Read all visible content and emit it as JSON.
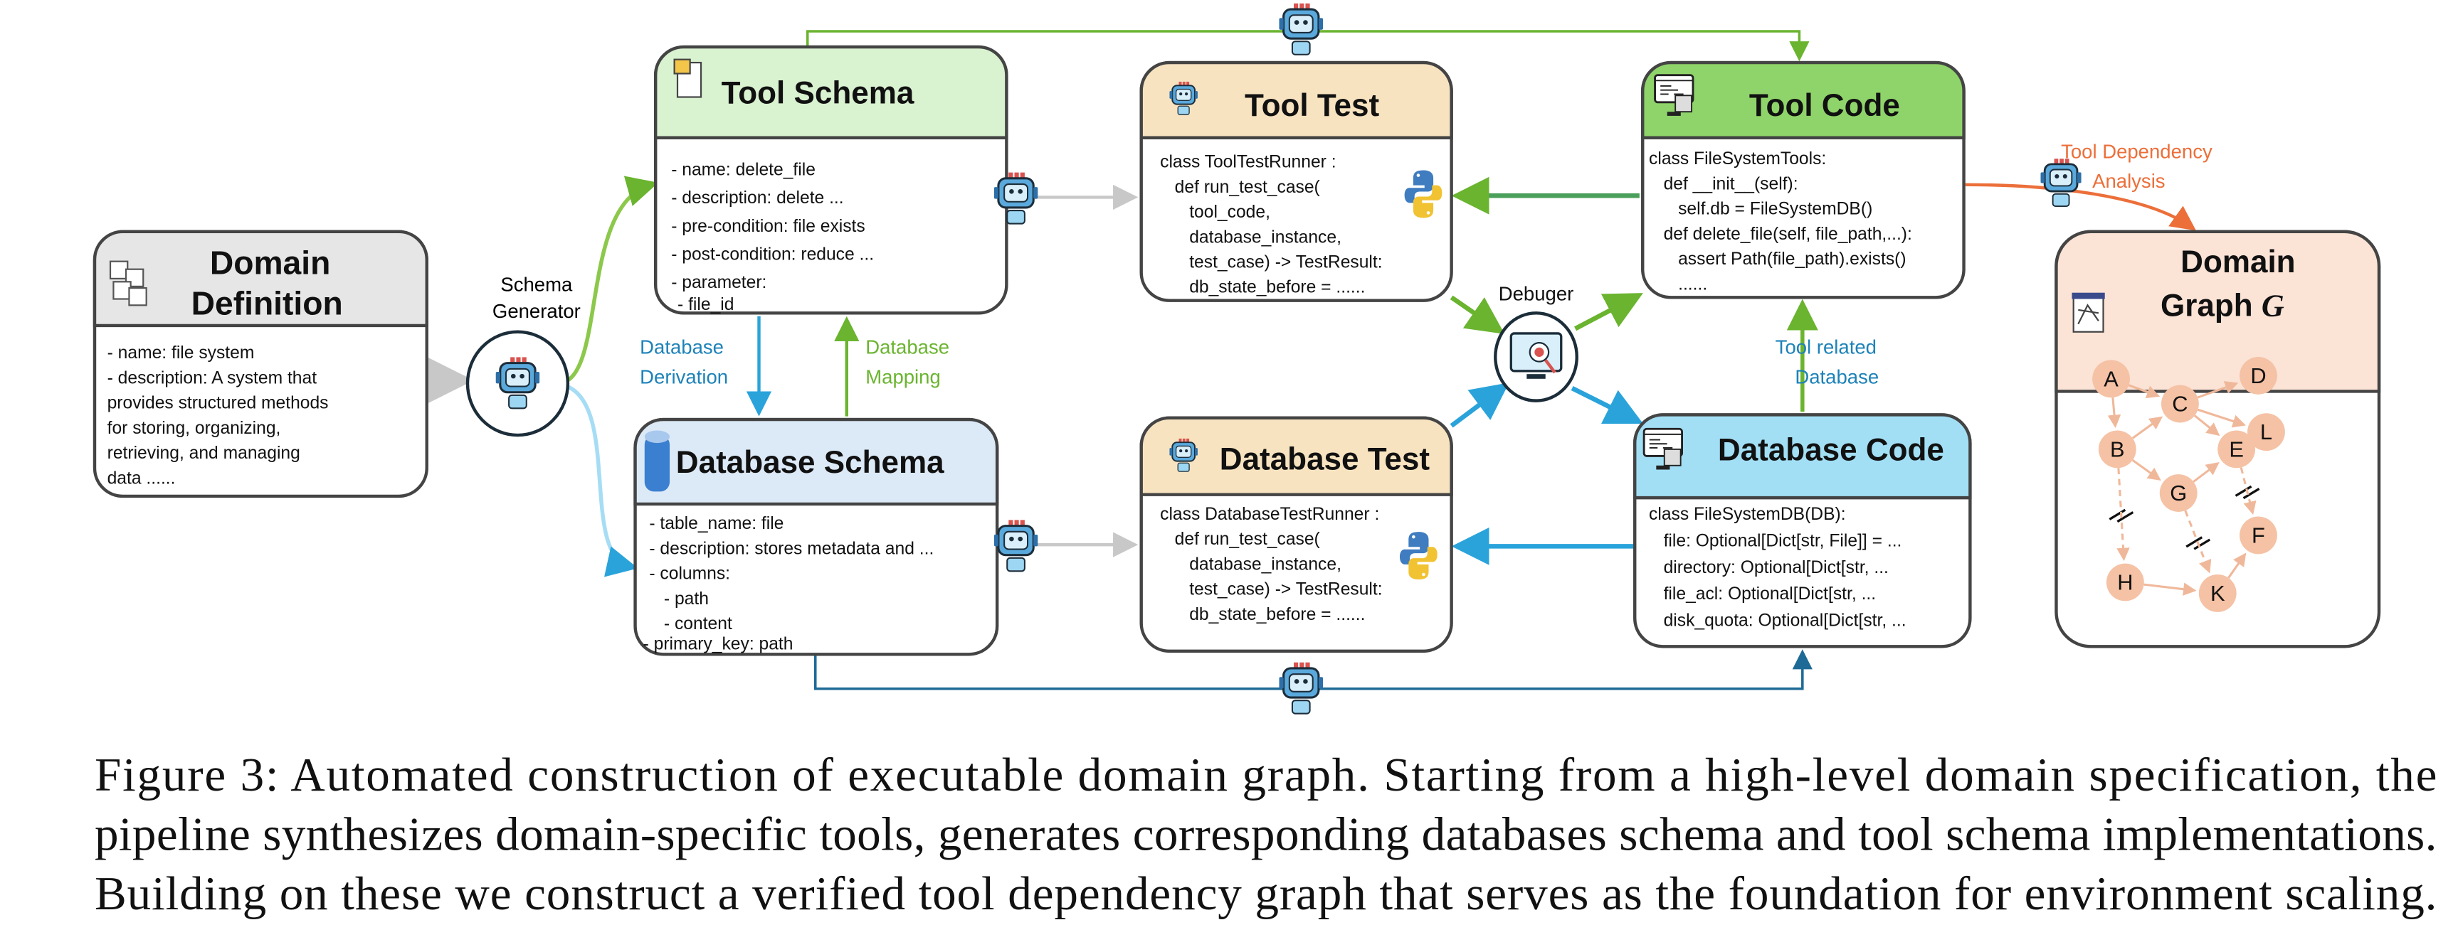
{
  "colors": {
    "green": "#6ab42f",
    "blue": "#2aa3db",
    "darkblue": "#1d6a96",
    "gray": "#c8c8c8",
    "orange": "#ec6f3a",
    "node": "#f5c2a5"
  },
  "domain_definition": {
    "title_1": "Domain",
    "title_2": "Definition",
    "icon": "word-tiles-icon",
    "lines": [
      "- name: file system",
      "- description:  A system that",
      "provides structured methods",
      "for storing, organizing,",
      "retrieving, and managing",
      "data ......"
    ]
  },
  "schema_generator": {
    "label_1": "Schema",
    "label_2": "Generator",
    "icon": "robot-icon"
  },
  "tool_schema": {
    "title": "Tool Schema",
    "icon": "document-icon",
    "lines": [
      "- name: delete_file",
      "- description: delete ...",
      "- pre-condition: file exists",
      "- post-condition: reduce ...",
      "- parameter:",
      "  - file_id"
    ]
  },
  "database_schema": {
    "title": "Database Schema",
    "icon": "database-icon",
    "lines": [
      "- table_name: file",
      "- description: stores metadata and ...",
      "- columns:",
      "   - path",
      "   - content",
      "- primary_key: path"
    ]
  },
  "labels": {
    "database_derivation_1": "Database",
    "database_derivation_2": "Derivation",
    "database_mapping_1": "Database",
    "database_mapping_2": "Mapping",
    "debugger": "Debuger",
    "tool_related_1": "Tool related",
    "tool_related_2": "Database",
    "tool_dependency_1": "Tool Dependency",
    "tool_dependency_2": "Analysis"
  },
  "tool_test": {
    "title": "Tool Test",
    "icon": "robot-code-icon",
    "lines": [
      "class ToolTestRunner :",
      "   def run_test_case(",
      "      tool_code,",
      "      database_instance,",
      "      test_case) -> TestResult:",
      "      db_state_before = ......"
    ]
  },
  "database_test": {
    "title": "Database Test",
    "icon": "robot-code-icon",
    "lines": [
      "class DatabaseTestRunner :",
      "   def run_test_case(",
      "      database_instance,",
      "      test_case) -> TestResult:",
      "      db_state_before = ......"
    ]
  },
  "tool_code": {
    "title": "Tool Code",
    "icon": "code-server-icon",
    "lines": [
      "class FileSystemTools:",
      "   def __init__(self):",
      "      self.db = FileSystemDB()",
      "   def delete_file(self, file_path,...):",
      "      assert Path(file_path).exists()",
      "      ......"
    ]
  },
  "database_code": {
    "title": "Database Code",
    "icon": "code-server-icon",
    "lines": [
      "class FileSystemDB(DB):",
      "   file: Optional[Dict[str, File]] = ...",
      "   directory: Optional[Dict[str, ...",
      "   file_acl: Optional[Dict[str, ...",
      "   disk_quota: Optional[Dict[str, ..."
    ]
  },
  "domain_graph": {
    "title_1": "Domain",
    "title_2": "Graph ",
    "title_italic": "G",
    "icon": "graph-board-icon",
    "nodes": [
      "A",
      "B",
      "C",
      "D",
      "E",
      "F",
      "G",
      "H",
      "K",
      "L"
    ]
  },
  "caption": [
    "Figure 3: Automated construction of executable domain graph. Starting from a high-level domain specification, the",
    "pipeline synthesizes domain-specific tools, generates corresponding databases schema and tool schema implementations.",
    "Building on these we construct a verified tool dependency graph that serves as the foundation for environment scaling."
  ]
}
